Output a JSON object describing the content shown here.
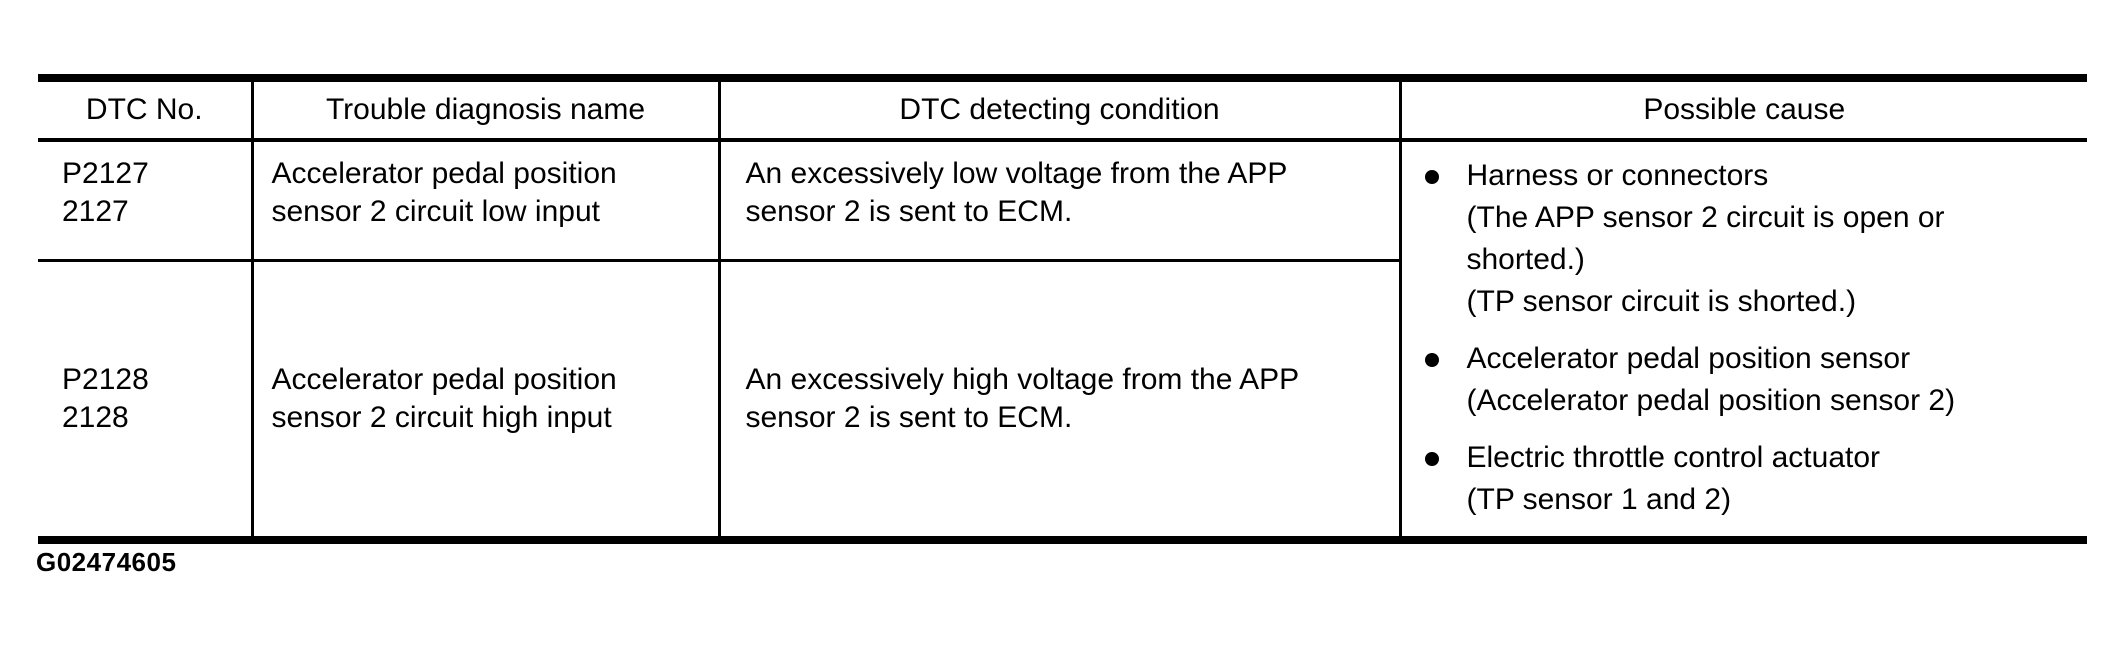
{
  "colors": {
    "background": "#ffffff",
    "text": "#000000",
    "border": "#000000"
  },
  "table": {
    "headers": [
      "DTC No.",
      "Trouble diagnosis name",
      "DTC detecting condition",
      "Possible cause"
    ],
    "rows": [
      {
        "dtc_no": "P2127\n2127",
        "trouble_diagnosis_name": "Accelerator pedal position\nsensor 2 circuit low input",
        "dtc_detecting_condition": "An excessively low voltage from the APP\nsensor 2 is sent to ECM."
      },
      {
        "dtc_no": "P2128\n2128",
        "trouble_diagnosis_name": "Accelerator pedal position\nsensor 2 circuit high input",
        "dtc_detecting_condition": "An excessively high voltage from the APP\nsensor 2 is sent to ECM."
      }
    ],
    "possible_cause": [
      {
        "label": "Harness or connectors",
        "details": "(The APP sensor 2 circuit is open or\nshorted.)\n(TP sensor circuit is shorted.)"
      },
      {
        "label": "Accelerator pedal position sensor",
        "details": "(Accelerator pedal position sensor 2)"
      },
      {
        "label": "Electric throttle control actuator",
        "details": "(TP sensor 1 and 2)"
      }
    ]
  },
  "figure_label": "G02474605"
}
